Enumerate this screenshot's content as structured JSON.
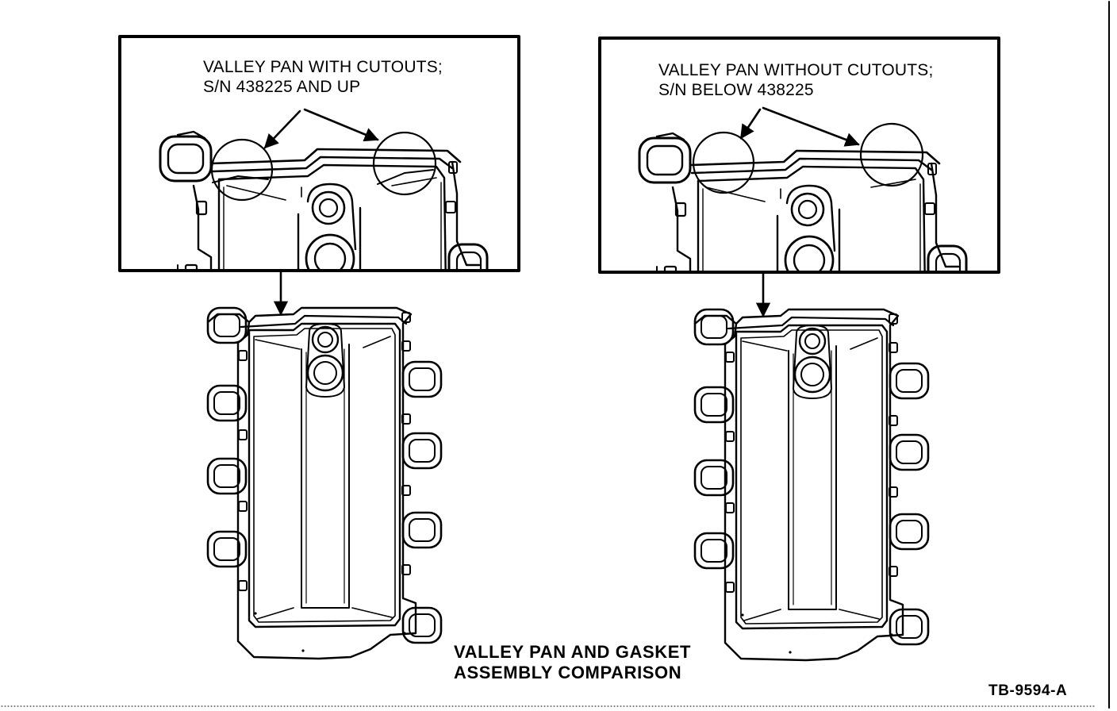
{
  "detail_left": {
    "line1": "VALLEY PAN WITH CUTOUTS;",
    "line2": "S/N 438225 AND UP"
  },
  "detail_right": {
    "line1": "VALLEY PAN  WITHOUT CUTOUTS;",
    "line2": "S/N BELOW 438225"
  },
  "caption": {
    "line1": "VALLEY PAN AND GASKET",
    "line2": "ASSEMBLY COMPARISON"
  },
  "figure_id": "TB-9594-A",
  "colors": {
    "ink": "#000000",
    "paper": "#ffffff"
  }
}
